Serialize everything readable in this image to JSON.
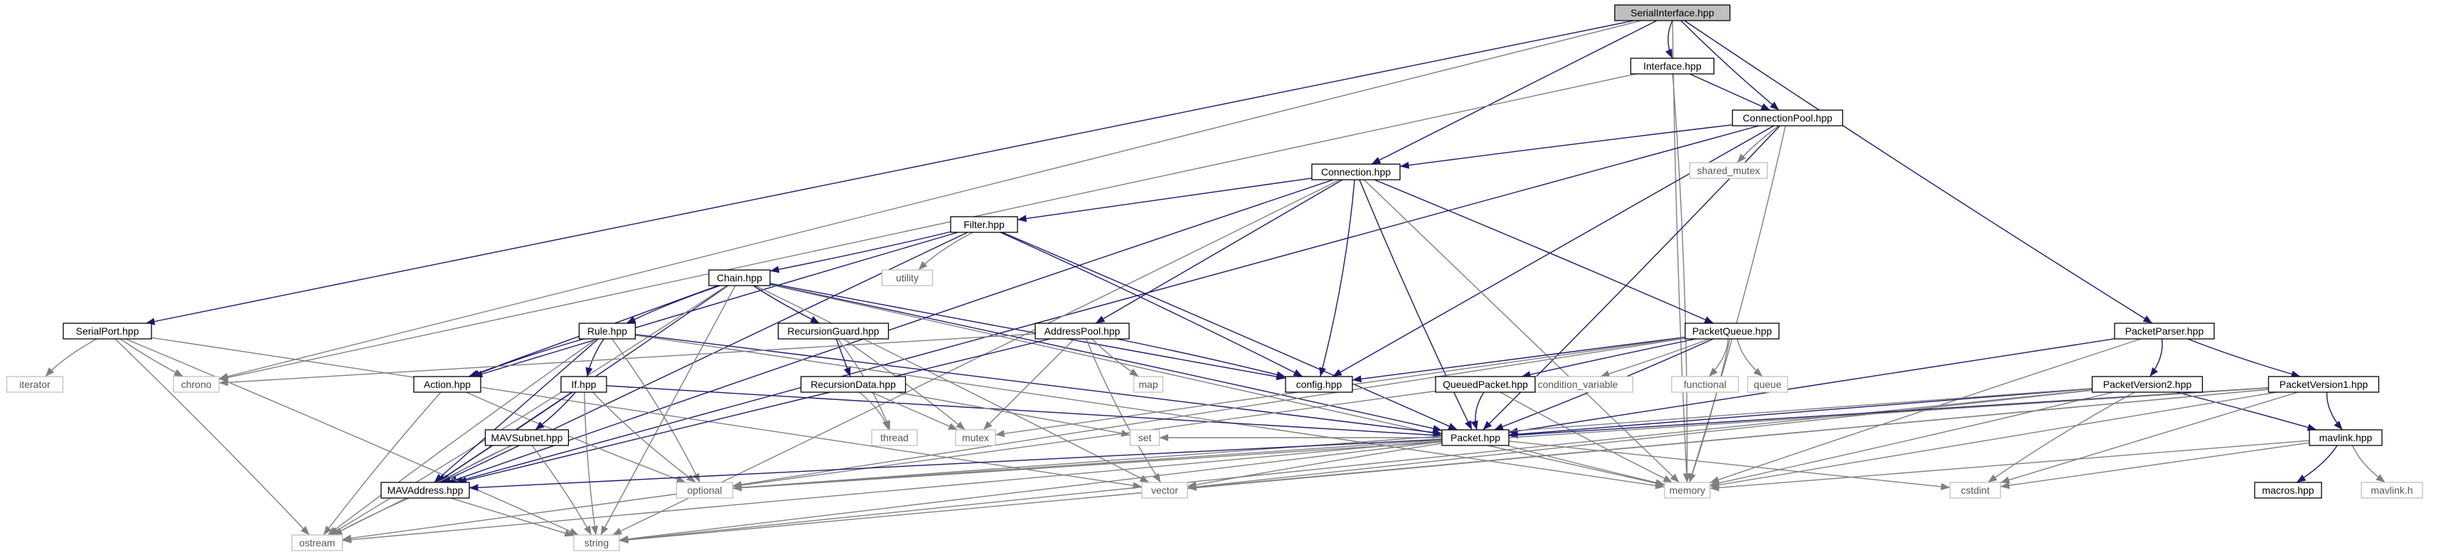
{
  "title": "SerialInterface.hpp",
  "colors": {
    "edge": "#191970",
    "std_edge": "#7f7f7f",
    "root_fill": "#bfbfbf",
    "std_border": "#bfbfbf",
    "node_border": "#000000"
  },
  "nodes": [
    {
      "id": "SerialInterface",
      "label": "SerialInterface.hpp",
      "kind": "root"
    },
    {
      "id": "Interface",
      "label": "Interface.hpp",
      "kind": "file"
    },
    {
      "id": "ConnectionPool",
      "label": "ConnectionPool.hpp",
      "kind": "file"
    },
    {
      "id": "shared_mutex",
      "label": "shared_mutex",
      "kind": "std"
    },
    {
      "id": "Connection",
      "label": "Connection.hpp",
      "kind": "file"
    },
    {
      "id": "Filter",
      "label": "Filter.hpp",
      "kind": "file"
    },
    {
      "id": "utility",
      "label": "utility",
      "kind": "std"
    },
    {
      "id": "Chain",
      "label": "Chain.hpp",
      "kind": "file"
    },
    {
      "id": "SerialPort",
      "label": "SerialPort.hpp",
      "kind": "file"
    },
    {
      "id": "iterator",
      "label": "iterator",
      "kind": "std"
    },
    {
      "id": "chrono",
      "label": "chrono",
      "kind": "std"
    },
    {
      "id": "Rule",
      "label": "Rule.hpp",
      "kind": "file"
    },
    {
      "id": "RecursionGuard",
      "label": "RecursionGuard.hpp",
      "kind": "file"
    },
    {
      "id": "AddressPool",
      "label": "AddressPool.hpp",
      "kind": "file"
    },
    {
      "id": "map",
      "label": "map",
      "kind": "std"
    },
    {
      "id": "config",
      "label": "config.hpp",
      "kind": "file"
    },
    {
      "id": "PacketQueue",
      "label": "PacketQueue.hpp",
      "kind": "file"
    },
    {
      "id": "condition_variable",
      "label": "condition_variable",
      "kind": "std"
    },
    {
      "id": "functional",
      "label": "functional",
      "kind": "std"
    },
    {
      "id": "queue",
      "label": "queue",
      "kind": "std"
    },
    {
      "id": "Action",
      "label": "Action.hpp",
      "kind": "file"
    },
    {
      "id": "If",
      "label": "If.hpp",
      "kind": "file"
    },
    {
      "id": "RecursionData",
      "label": "RecursionData.hpp",
      "kind": "file"
    },
    {
      "id": "QueuedPacket",
      "label": "QueuedPacket.hpp",
      "kind": "file"
    },
    {
      "id": "PacketParser",
      "label": "PacketParser.hpp",
      "kind": "file"
    },
    {
      "id": "PacketVersion2",
      "label": "PacketVersion2.hpp",
      "kind": "file"
    },
    {
      "id": "PacketVersion1",
      "label": "PacketVersion1.hpp",
      "kind": "file"
    },
    {
      "id": "thread",
      "label": "thread",
      "kind": "std"
    },
    {
      "id": "mutex",
      "label": "mutex",
      "kind": "std"
    },
    {
      "id": "set",
      "label": "set",
      "kind": "std"
    },
    {
      "id": "MAVSubnet",
      "label": "MAVSubnet.hpp",
      "kind": "file"
    },
    {
      "id": "Packet",
      "label": "Packet.hpp",
      "kind": "file"
    },
    {
      "id": "mavlink",
      "label": "mavlink.hpp",
      "kind": "file"
    },
    {
      "id": "MAVAddress",
      "label": "MAVAddress.hpp",
      "kind": "file"
    },
    {
      "id": "optional",
      "label": "optional",
      "kind": "std"
    },
    {
      "id": "vector",
      "label": "vector",
      "kind": "std"
    },
    {
      "id": "memory",
      "label": "memory",
      "kind": "std"
    },
    {
      "id": "cstdint",
      "label": "cstdint",
      "kind": "std"
    },
    {
      "id": "macros",
      "label": "macros.hpp",
      "kind": "file"
    },
    {
      "id": "mavlink_h",
      "label": "mavlink.h",
      "kind": "std"
    },
    {
      "id": "ostream",
      "label": "ostream",
      "kind": "std"
    },
    {
      "id": "string",
      "label": "string",
      "kind": "std"
    }
  ],
  "edges": [
    [
      "SerialInterface",
      "Interface"
    ],
    [
      "SerialInterface",
      "ConnectionPool"
    ],
    [
      "SerialInterface",
      "Connection"
    ],
    [
      "SerialInterface",
      "SerialPort"
    ],
    [
      "SerialInterface",
      "chrono"
    ],
    [
      "SerialInterface",
      "PacketParser"
    ],
    [
      "SerialInterface",
      "memory"
    ],
    [
      "Interface",
      "ConnectionPool"
    ],
    [
      "Interface",
      "chrono"
    ],
    [
      "Interface",
      "memory"
    ],
    [
      "ConnectionPool",
      "Connection"
    ],
    [
      "ConnectionPool",
      "shared_mutex"
    ],
    [
      "ConnectionPool",
      "config"
    ],
    [
      "ConnectionPool",
      "Packet"
    ],
    [
      "ConnectionPool",
      "memory"
    ],
    [
      "ConnectionPool",
      "MAVAddress"
    ],
    [
      "Connection",
      "Filter"
    ],
    [
      "Connection",
      "AddressPool"
    ],
    [
      "Connection",
      "PacketQueue"
    ],
    [
      "Connection",
      "config"
    ],
    [
      "Connection",
      "MAVAddress"
    ],
    [
      "Connection",
      "Packet"
    ],
    [
      "Connection",
      "memory"
    ],
    [
      "Connection",
      "string"
    ],
    [
      "Filter",
      "Chain"
    ],
    [
      "Filter",
      "utility"
    ],
    [
      "Filter",
      "Action"
    ],
    [
      "Filter",
      "MAVAddress"
    ],
    [
      "Filter",
      "Packet"
    ],
    [
      "Filter",
      "config"
    ],
    [
      "Chain",
      "Rule"
    ],
    [
      "Chain",
      "RecursionGuard"
    ],
    [
      "Chain",
      "Action"
    ],
    [
      "Chain",
      "MAVAddress"
    ],
    [
      "Chain",
      "Packet"
    ],
    [
      "Chain",
      "config"
    ],
    [
      "Chain",
      "memory"
    ],
    [
      "Chain",
      "string"
    ],
    [
      "Chain",
      "vector"
    ],
    [
      "Chain",
      "ostream"
    ],
    [
      "SerialPort",
      "iterator"
    ],
    [
      "SerialPort",
      "chrono"
    ],
    [
      "SerialPort",
      "vector"
    ],
    [
      "SerialPort",
      "ostream"
    ],
    [
      "SerialPort",
      "string"
    ],
    [
      "Rule",
      "Action"
    ],
    [
      "Rule",
      "If"
    ],
    [
      "Rule",
      "MAVAddress"
    ],
    [
      "Rule",
      "Packet"
    ],
    [
      "Rule",
      "optional"
    ],
    [
      "Rule",
      "memory"
    ],
    [
      "Rule",
      "ostream"
    ],
    [
      "RecursionGuard",
      "RecursionData"
    ],
    [
      "RecursionGuard",
      "mutex"
    ],
    [
      "RecursionGuard",
      "thread"
    ],
    [
      "AddressPool",
      "chrono"
    ],
    [
      "AddressPool",
      "map"
    ],
    [
      "AddressPool",
      "mutex"
    ],
    [
      "AddressPool",
      "MAVAddress"
    ],
    [
      "AddressPool",
      "config"
    ],
    [
      "AddressPool",
      "vector"
    ],
    [
      "PacketQueue",
      "QueuedPacket"
    ],
    [
      "PacketQueue",
      "config"
    ],
    [
      "PacketQueue",
      "condition_variable"
    ],
    [
      "PacketQueue",
      "functional"
    ],
    [
      "PacketQueue",
      "queue"
    ],
    [
      "PacketQueue",
      "mutex"
    ],
    [
      "PacketQueue",
      "optional"
    ],
    [
      "PacketQueue",
      "memory"
    ],
    [
      "PacketQueue",
      "Packet"
    ],
    [
      "Action",
      "optional"
    ],
    [
      "Action",
      "ostream"
    ],
    [
      "If",
      "MAVAddress"
    ],
    [
      "If",
      "MAVSubnet"
    ],
    [
      "If",
      "Packet"
    ],
    [
      "If",
      "optional"
    ],
    [
      "If",
      "string"
    ],
    [
      "RecursionData",
      "mutex"
    ],
    [
      "RecursionData",
      "set"
    ],
    [
      "RecursionData",
      "thread"
    ],
    [
      "QueuedPacket",
      "Packet"
    ],
    [
      "QueuedPacket",
      "memory"
    ],
    [
      "QueuedPacket",
      "ostream"
    ],
    [
      "PacketParser",
      "Packet"
    ],
    [
      "PacketParser",
      "PacketVersion2"
    ],
    [
      "PacketParser",
      "PacketVersion1"
    ],
    [
      "PacketParser",
      "memory"
    ],
    [
      "PacketVersion2",
      "Packet"
    ],
    [
      "PacketVersion2",
      "mavlink"
    ],
    [
      "PacketVersion2",
      "memory"
    ],
    [
      "PacketVersion2",
      "cstdint"
    ],
    [
      "PacketVersion2",
      "string"
    ],
    [
      "PacketVersion2",
      "optional"
    ],
    [
      "PacketVersion2",
      "vector"
    ],
    [
      "PacketVersion1",
      "Packet"
    ],
    [
      "PacketVersion1",
      "mavlink"
    ],
    [
      "PacketVersion1",
      "memory"
    ],
    [
      "PacketVersion1",
      "cstdint"
    ],
    [
      "PacketVersion1",
      "string"
    ],
    [
      "PacketVersion1",
      "optional"
    ],
    [
      "PacketVersion1",
      "vector"
    ],
    [
      "MAVSubnet",
      "MAVAddress"
    ],
    [
      "MAVSubnet",
      "ostream"
    ],
    [
      "MAVSubnet",
      "string"
    ],
    [
      "Packet",
      "MAVAddress"
    ],
    [
      "Packet",
      "vector"
    ],
    [
      "Packet",
      "memory"
    ],
    [
      "Packet",
      "cstdint"
    ],
    [
      "Packet",
      "optional"
    ],
    [
      "Packet",
      "ostream"
    ],
    [
      "Packet",
      "string"
    ],
    [
      "Packet",
      "set"
    ],
    [
      "mavlink",
      "memory"
    ],
    [
      "mavlink",
      "cstdint"
    ],
    [
      "mavlink",
      "macros"
    ],
    [
      "mavlink",
      "mavlink_h"
    ],
    [
      "MAVAddress",
      "ostream"
    ],
    [
      "MAVAddress",
      "string"
    ]
  ]
}
